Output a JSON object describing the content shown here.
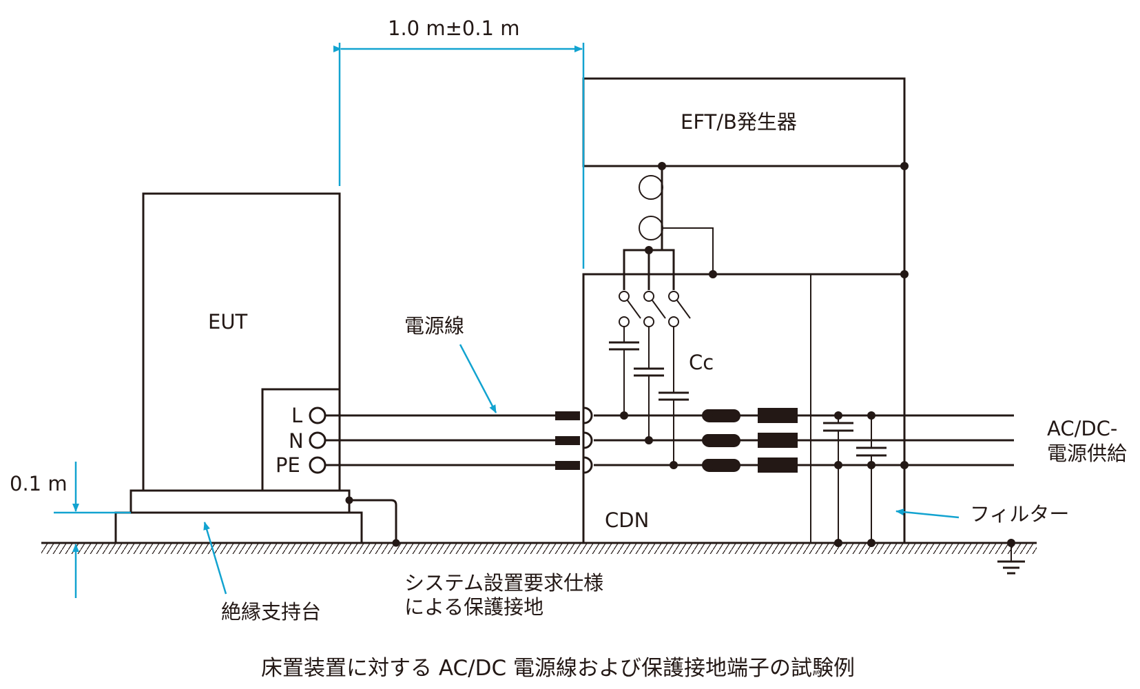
{
  "labels": {
    "distance": "1.0 m±0.1 m",
    "generator": "EFT/B発生器",
    "eut": "EUT",
    "power_line": "電源線",
    "cc": "Cc",
    "terminal_l": "L",
    "terminal_n": "N",
    "terminal_pe": "PE",
    "height": "0.1 m",
    "cdn": "CDN",
    "supply_line1": "AC/DC-",
    "supply_line2": "電源供給",
    "filter": "フィルター",
    "earthing_line1": "システム設置要求仕様",
    "earthing_line2": "による保護接地",
    "support": "絶縁支持台"
  },
  "caption": "床置装置に対する AC/DC 電源線および保護接地端子の試験例",
  "colors": {
    "eut_fill": "#f7d4e6",
    "cdn_fill": "#c8e9f8",
    "dimension_arrows": "#12a3d0",
    "lines": "#231815"
  }
}
